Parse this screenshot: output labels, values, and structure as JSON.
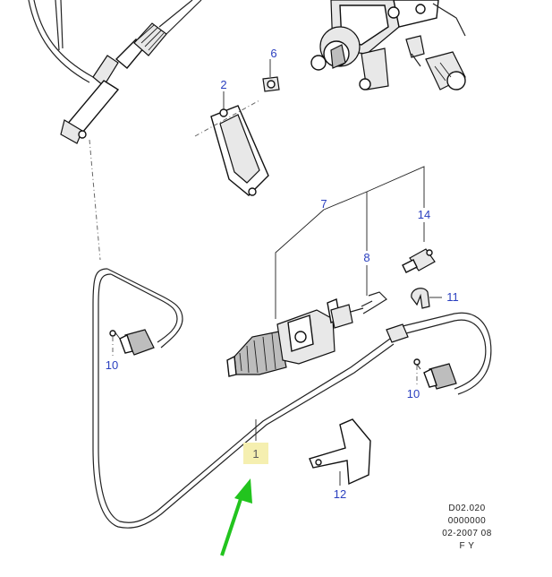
{
  "diagram": {
    "callouts": {
      "c1": "1",
      "c2": "2",
      "c6": "6",
      "c7": "7",
      "c8": "8",
      "c10a": "10",
      "c10b": "10",
      "c11": "11",
      "c12": "12",
      "c14": "14"
    },
    "highlight_color": "#f5efb0",
    "arrow_color": "#22c41e",
    "footer": {
      "line1": "D02.020",
      "line2": "0000000",
      "line3": "02-2007 08",
      "line4": "F Y"
    }
  }
}
